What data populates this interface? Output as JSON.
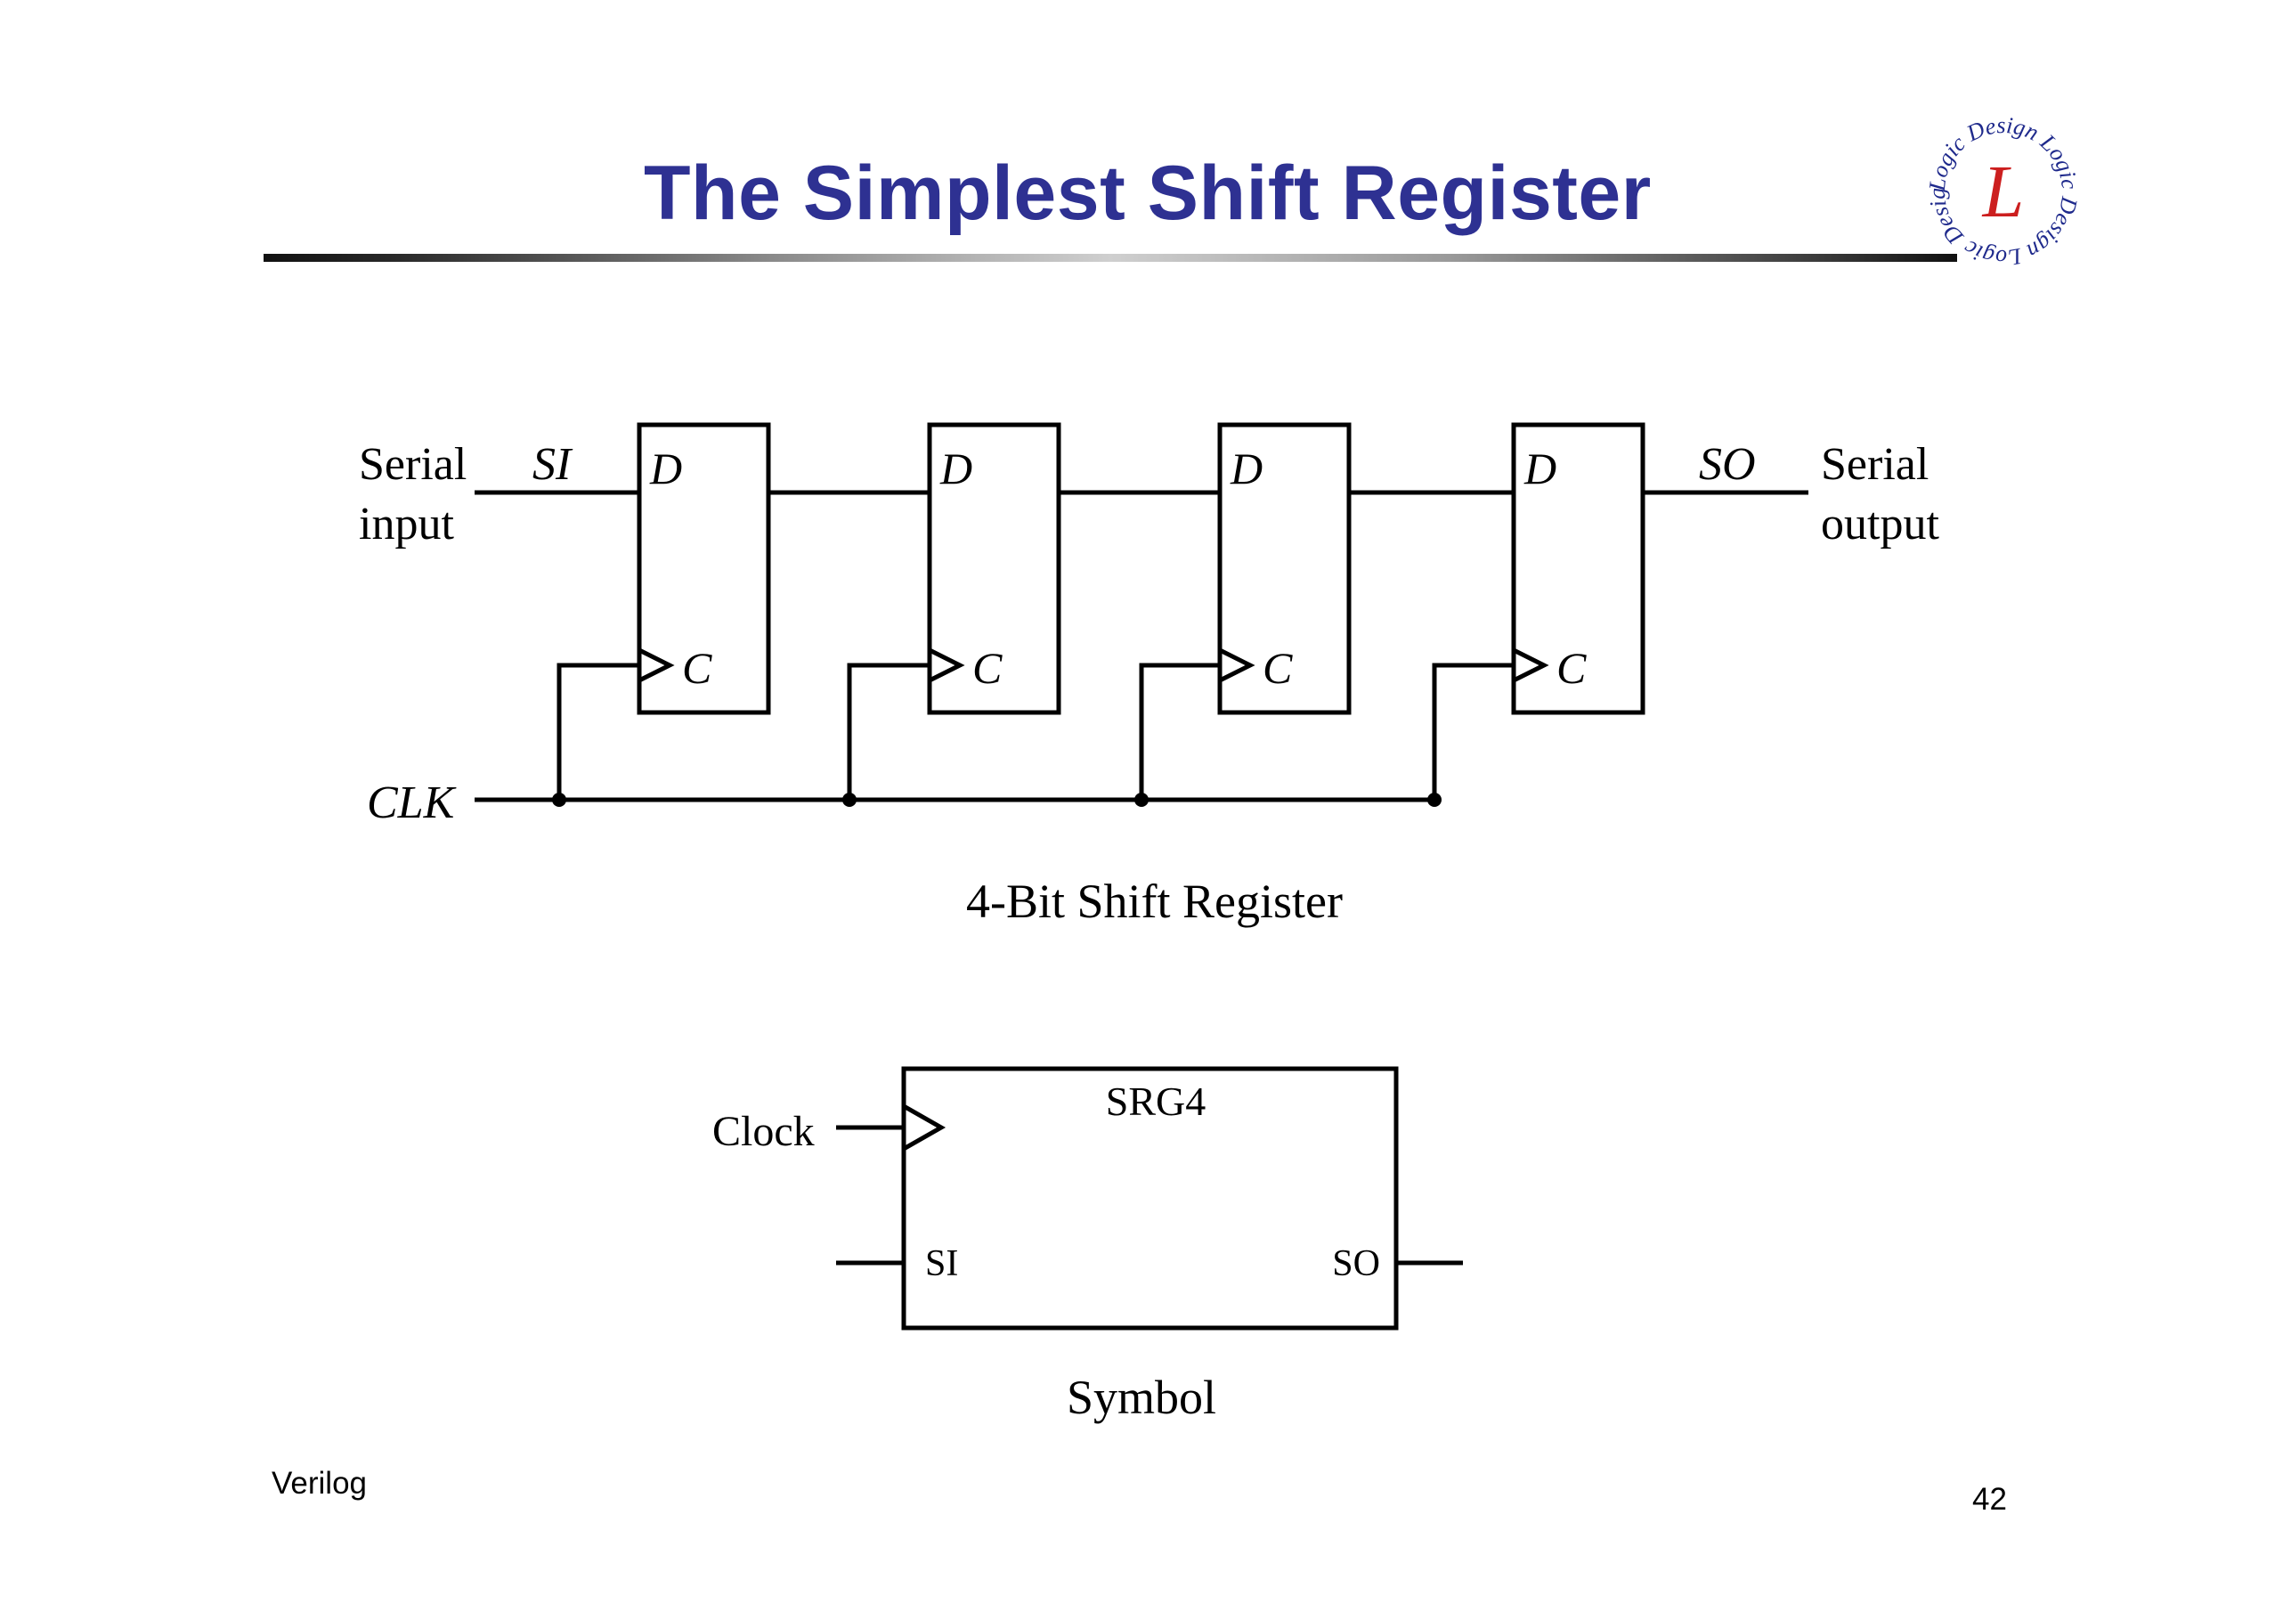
{
  "slide": {
    "title": "The Simplest Shift Register",
    "footer_left": "Verilog",
    "page_number": "42",
    "title_color": "#2e3192"
  },
  "logo": {
    "icon": "logic-design-logo-icon",
    "ring_text": "Logic Design Logic Design Logic Design",
    "center_letter": "L",
    "ring_color": "#1f2a8c",
    "letter_color": "#cc1f1f"
  },
  "shift_register": {
    "caption": "4-Bit Shift Register",
    "input_label_line1": "Serial",
    "input_label_line2": "input",
    "input_signal": "SI",
    "output_signal": "SO",
    "output_label_line1": "Serial",
    "output_label_line2": "output",
    "clock_signal": "CLK",
    "flip_flops": [
      {
        "d_label": "D",
        "c_label": "C"
      },
      {
        "d_label": "D",
        "c_label": "C"
      },
      {
        "d_label": "D",
        "c_label": "C"
      },
      {
        "d_label": "D",
        "c_label": "C"
      }
    ]
  },
  "symbol": {
    "caption": "Symbol",
    "name": "SRG4",
    "clock_label": "Clock",
    "si_label": "SI",
    "so_label": "SO"
  }
}
